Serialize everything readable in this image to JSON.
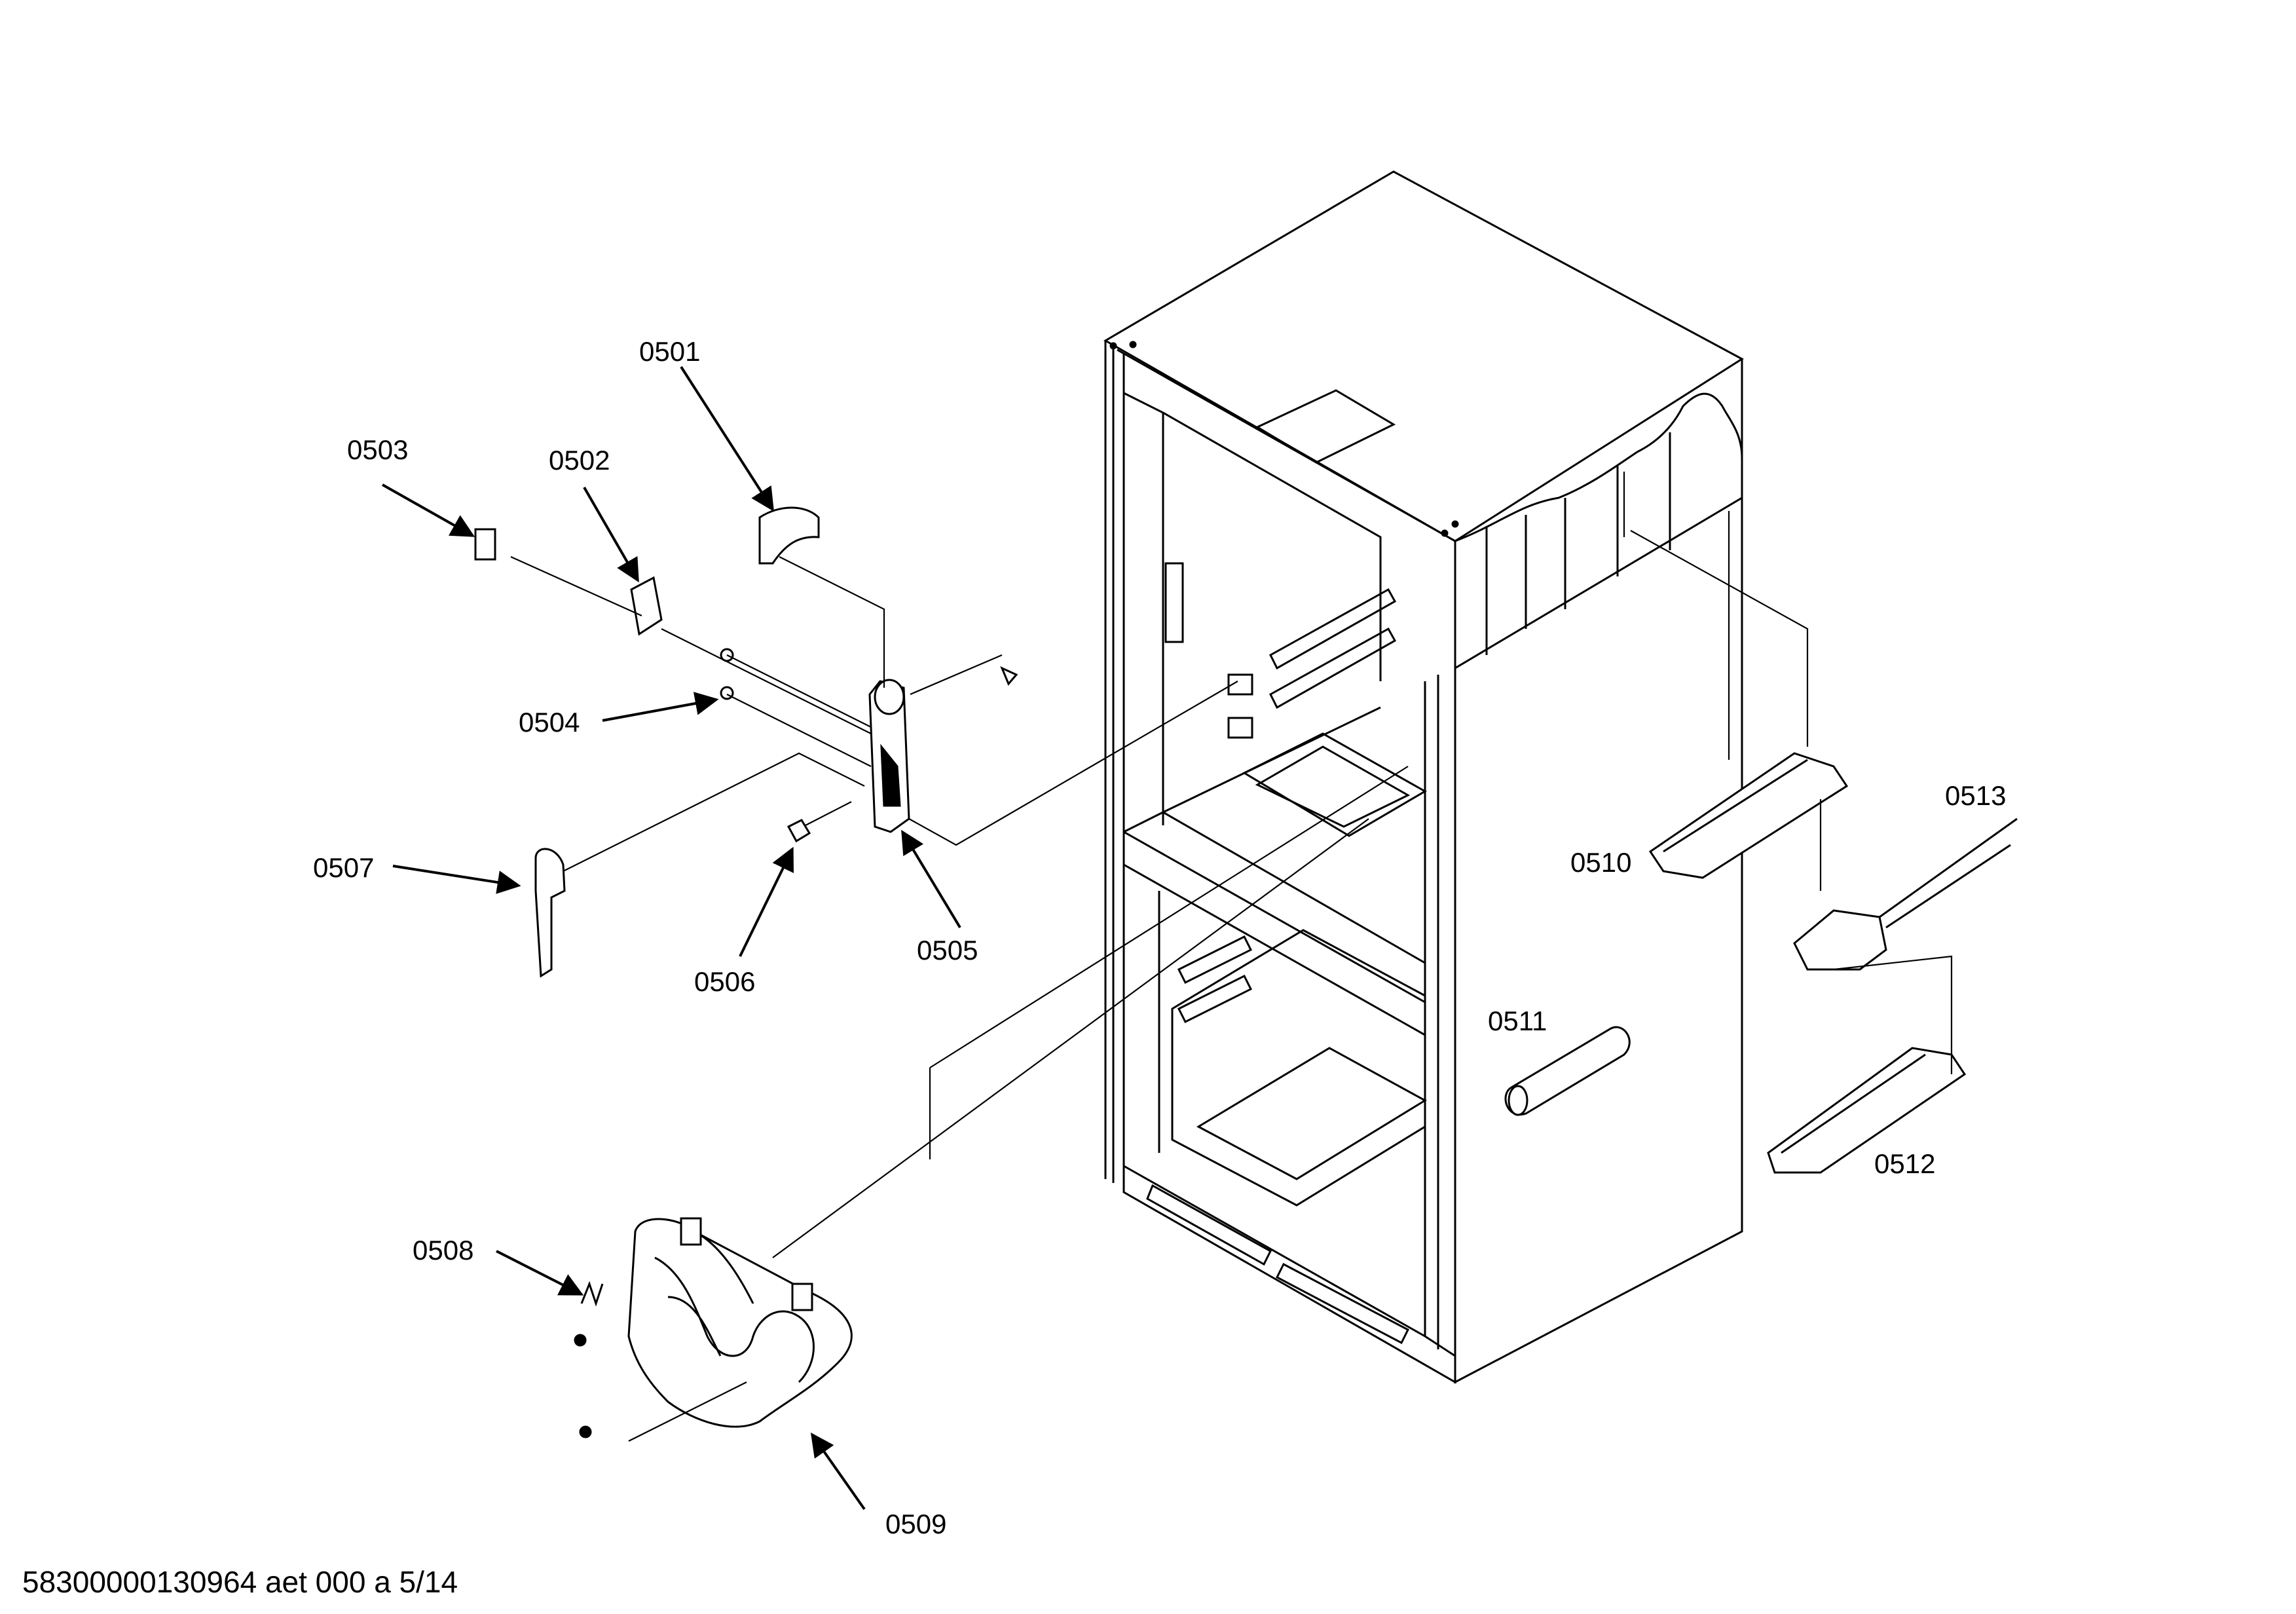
{
  "labels": {
    "p0501": "0501",
    "p0502": "0502",
    "p0503": "0503",
    "p0504": "0504",
    "p0505": "0505",
    "p0506": "0506",
    "p0507": "0507",
    "p0508": "0508",
    "p0509": "0509",
    "p0510": "0510",
    "p0511": "0511",
    "p0512": "0512",
    "p0513": "0513"
  },
  "footer": "58300000130964 aet 000 a 5/14"
}
